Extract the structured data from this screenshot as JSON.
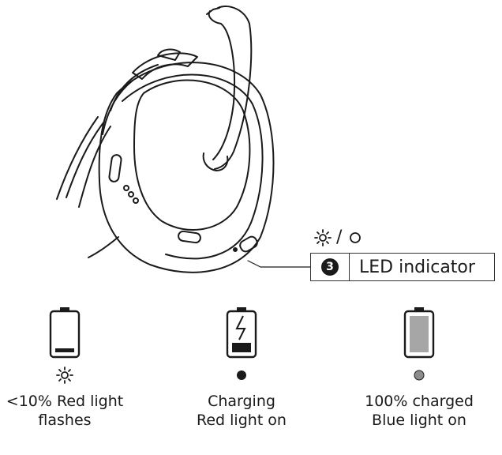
{
  "callout": {
    "number": "3",
    "label": "LED indicator",
    "slash": "/",
    "icons": [
      "light-flashing-icon",
      "light-off-icon"
    ]
  },
  "statuses": [
    {
      "id": "low",
      "line1": "<10% Red light",
      "line2": "flashes",
      "battery_level": 0.1,
      "indicator": "flashing-light-icon"
    },
    {
      "id": "charging",
      "line1": "Charging",
      "line2": "Red light on",
      "battery_level": 0.35,
      "indicator": "filled-dot-icon",
      "indicator_color": "#1a1a1a"
    },
    {
      "id": "full",
      "line1": "100% charged",
      "line2": "Blue light on",
      "battery_level": 1.0,
      "indicator": "gray-dot-icon",
      "indicator_color": "#8c8c8c"
    }
  ],
  "colors": {
    "line": "#1a1a1a",
    "dark_fill": "#1a1a1a",
    "gray_fill": "#a6a6a6"
  }
}
